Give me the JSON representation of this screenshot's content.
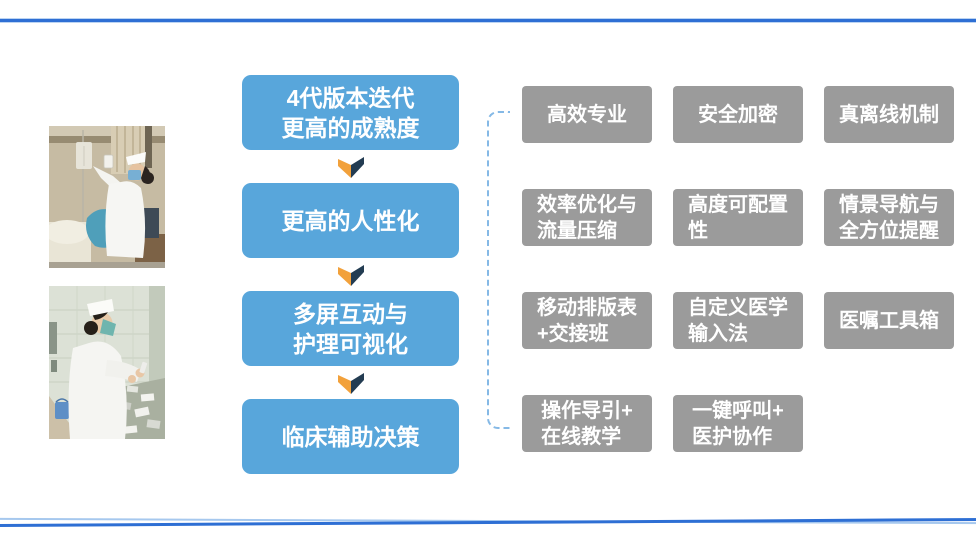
{
  "slide": {
    "background": "#FFFFFF",
    "decor": {
      "top_line_color": "#2E6FD4",
      "top_line_edge_color": "#BCD4F2",
      "bottom_line_color": "#2E6FD4",
      "bottom_line_light_color": "#A6C8EE",
      "bracket_color": "#85B9E6"
    }
  },
  "photos": {
    "first_label": "nurse-adjusting-iv-drip-photo",
    "second_label": "nurse-preparing-medication-photo"
  },
  "flow": {
    "box_color": "#58A6DB",
    "text_color": "#FFFFFF",
    "arrow_left_color": "#F2A13B",
    "arrow_right_color": "#233C52",
    "steps": [
      {
        "label": "4代版本迭代\n更高的成熟度"
      },
      {
        "label": "更高的人性化"
      },
      {
        "label": "多屏互动与\n护理可视化"
      },
      {
        "label": "临床辅助决策"
      }
    ]
  },
  "features": {
    "box_color": "#9B9B9B",
    "text_color": "#FFFFFF",
    "rows": [
      {
        "cells": [
          "高效专业",
          "安全加密",
          "真离线机制"
        ]
      },
      {
        "cells": [
          "效率优化与\n流量压缩",
          "高度可配置\n性",
          "情景导航与\n全方位提醒"
        ]
      },
      {
        "cells": [
          "移动排版表\n+交接班",
          "自定义医学\n输入法",
          "医嘱工具箱"
        ]
      },
      {
        "cells": [
          "操作导引+\n在线教学",
          "一键呼叫+\n医护协作"
        ]
      }
    ]
  }
}
